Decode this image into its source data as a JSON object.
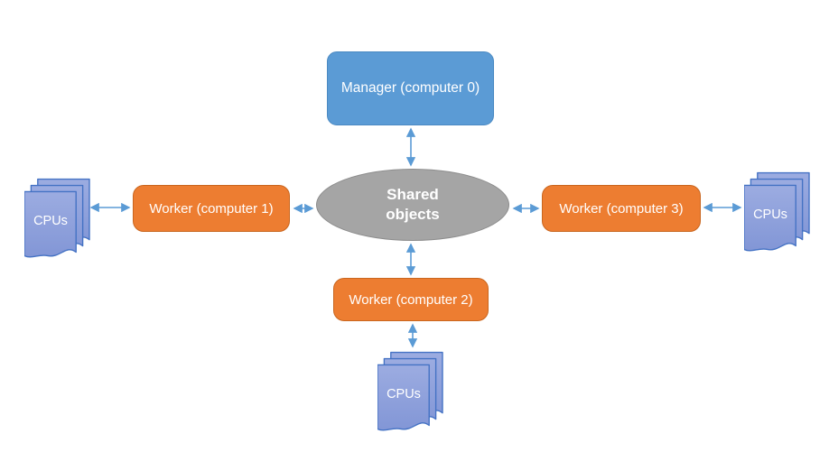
{
  "diagram": {
    "title_hint": "Manager-worker shared objects architecture",
    "colors": {
      "manager_fill": "#5B9BD5",
      "manager_border": "#4A89C2",
      "worker_fill": "#ED7D31",
      "worker_border": "#C9661F",
      "shared_fill": "#A5A5A5",
      "shared_border": "#8C8C8C",
      "cpus_fill_top": "#9CACE1",
      "cpus_fill_bottom": "#8296D6",
      "cpus_border": "#4472C4",
      "arrow": "#5B9BD5",
      "text": "#FFFFFF",
      "background": "#FFFFFF"
    },
    "nodes": {
      "manager": {
        "label": "Manager (computer 0)"
      },
      "shared": {
        "label": "Shared objects"
      },
      "worker1": {
        "label": "Worker (computer 1)"
      },
      "worker2": {
        "label": "Worker (computer 2)"
      },
      "worker3": {
        "label": "Worker (computer 3)"
      },
      "cpus_left": {
        "label": "CPUs"
      },
      "cpus_right": {
        "label": "CPUs"
      },
      "cpus_bottom": {
        "label": "CPUs"
      }
    },
    "connections": [
      {
        "from": "manager",
        "to": "shared",
        "style": "double-arrow"
      },
      {
        "from": "worker1",
        "to": "shared",
        "style": "double-arrow"
      },
      {
        "from": "shared",
        "to": "worker3",
        "style": "double-arrow"
      },
      {
        "from": "shared",
        "to": "worker2",
        "style": "double-arrow"
      },
      {
        "from": "cpus_left",
        "to": "worker1",
        "style": "double-arrow"
      },
      {
        "from": "worker3",
        "to": "cpus_right",
        "style": "double-arrow"
      },
      {
        "from": "worker2",
        "to": "cpus_bottom",
        "style": "double-arrow"
      }
    ]
  }
}
